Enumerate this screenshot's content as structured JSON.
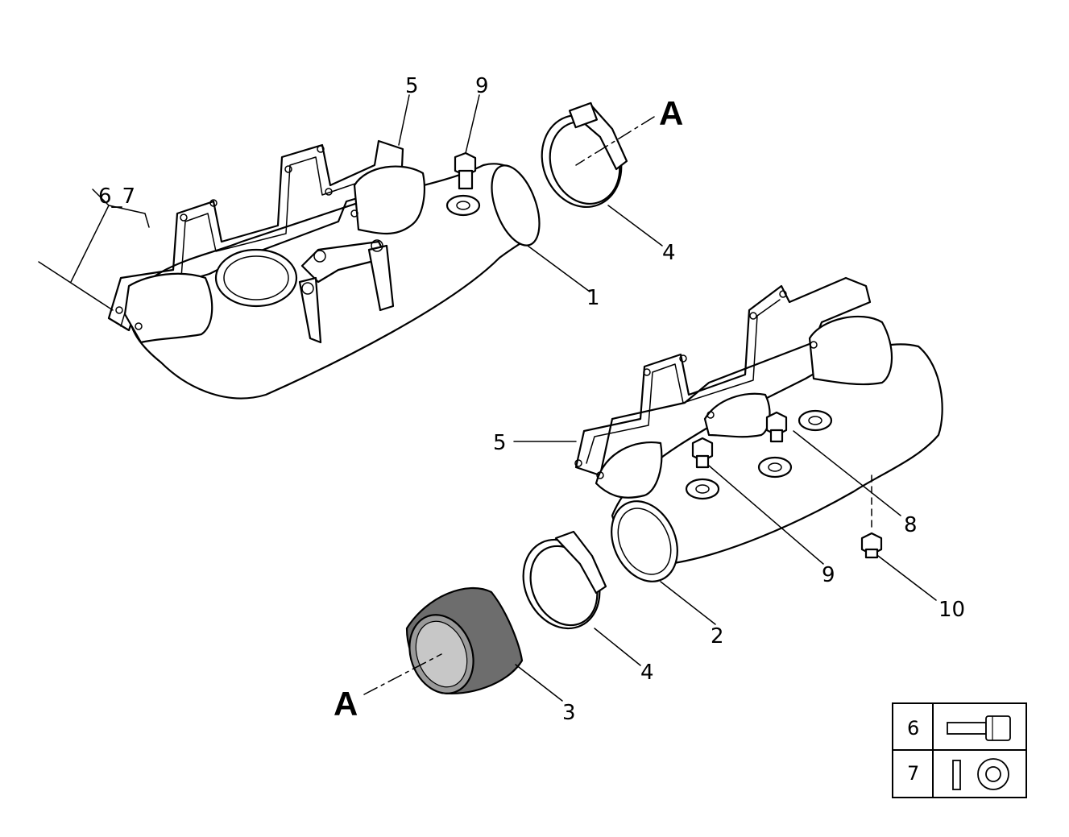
{
  "callouts": {
    "c6_7": "6_7",
    "c5_top": "5",
    "c9_top": "9",
    "cA_top": "A",
    "c4_top": "4",
    "c1": "1",
    "c5_right": "5",
    "c8": "8",
    "c9_right": "9",
    "c10": "10",
    "c2": "2",
    "c4_bottom": "4",
    "c3": "3",
    "cA_bottom": "A"
  },
  "legend": {
    "rows": [
      {
        "number": "6",
        "icon": "bolt-icon"
      },
      {
        "number": "7",
        "icon": "washer-icon"
      }
    ]
  }
}
